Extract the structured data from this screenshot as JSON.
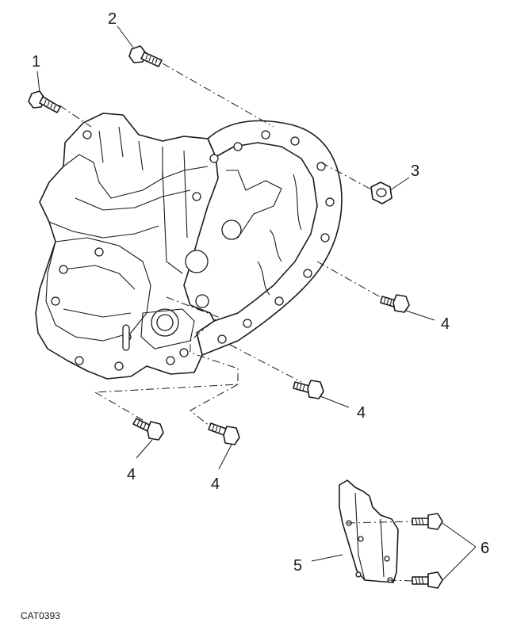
{
  "diagram": {
    "callouts": {
      "bolt_top_left": "1",
      "bolt_top": "2",
      "nut": "3",
      "bolt_right_upper": "4",
      "bolt_right_lower": "4",
      "bolt_bottom_left": "4",
      "bolt_bottom_mid": "4",
      "shield": "5",
      "shield_bolts": "6"
    },
    "reference_code": "CAT0393"
  }
}
